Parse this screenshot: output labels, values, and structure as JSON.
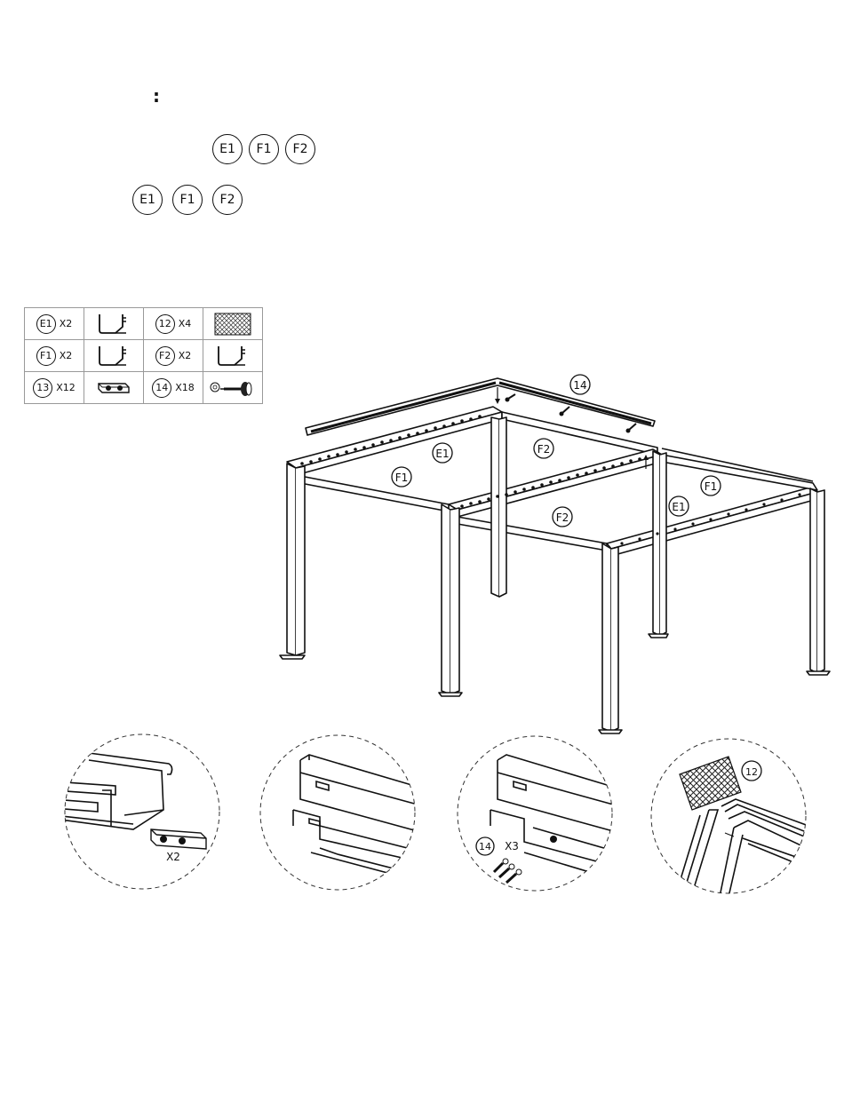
{
  "header": {
    "colon": ":",
    "row1_parts": [
      "E1",
      "F1",
      "F2"
    ],
    "row2_parts": [
      "E1",
      "F1",
      "F2"
    ]
  },
  "parts_table": {
    "rows": [
      [
        {
          "type": "part",
          "label": "E1",
          "qty": "X2"
        },
        {
          "type": "icon",
          "icon": "gutter-beam-icon"
        },
        {
          "type": "part",
          "label": "12",
          "qty": "X4"
        },
        {
          "type": "icon",
          "icon": "mesh-panel-icon"
        }
      ],
      [
        {
          "type": "part",
          "label": "F1",
          "qty": "X2"
        },
        {
          "type": "icon",
          "icon": "gutter-beam-icon"
        },
        {
          "type": "part",
          "label": "F2",
          "qty": "X2"
        },
        {
          "type": "icon",
          "icon": "gutter-beam-icon"
        }
      ],
      [
        {
          "type": "part",
          "label": "13",
          "qty": "X12"
        },
        {
          "type": "icon",
          "icon": "connector-plate-icon"
        },
        {
          "type": "part",
          "label": "14",
          "qty": "X18"
        },
        {
          "type": "icon",
          "icon": "screw-washer-icon"
        }
      ]
    ]
  },
  "main_diagram": {
    "callouts": [
      "14",
      "E1",
      "F2",
      "F1",
      "F2",
      "F1",
      "E1"
    ]
  },
  "details": {
    "detail1_qty": "X2",
    "detail3_part": "14",
    "detail3_qty": "X3",
    "detail4_part": "12"
  }
}
